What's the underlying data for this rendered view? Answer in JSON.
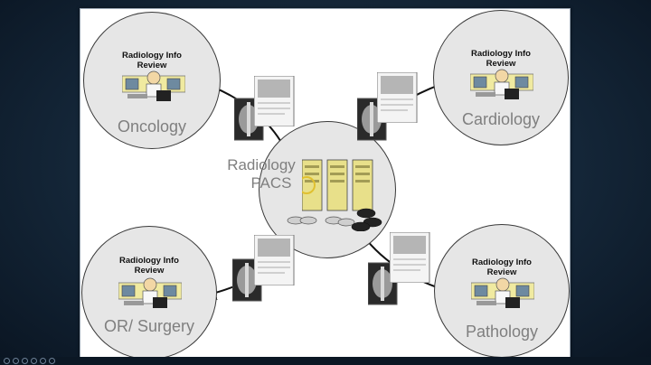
{
  "slide": {
    "central": {
      "line1": "Radiology",
      "line2": "PACS"
    },
    "departments": [
      {
        "id": "oncology",
        "review_line1": "Radiology Info",
        "review_line2": "Review",
        "name": "Oncology"
      },
      {
        "id": "cardiology",
        "review_line1": "Radiology Info",
        "review_line2": "Review",
        "name": "Cardiology"
      },
      {
        "id": "or-surgery",
        "review_line1": "Radiology Info",
        "review_line2": "Review",
        "name": "OR/ Surgery"
      },
      {
        "id": "pathology",
        "review_line1": "Radiology Info",
        "review_line2": "Review",
        "name": "Pathology"
      }
    ]
  },
  "icons": {
    "workstation": "computer-workstation-icon",
    "server": "server-rack-icon",
    "disc": "optical-disc-icon",
    "film": "xray-film-icon",
    "report": "document-report-icon"
  },
  "colors": {
    "circle_fill": "#e6e6e6",
    "label_gray": "#7f7f7f",
    "server_yellow": "#e8e08a",
    "background": "#142638"
  }
}
